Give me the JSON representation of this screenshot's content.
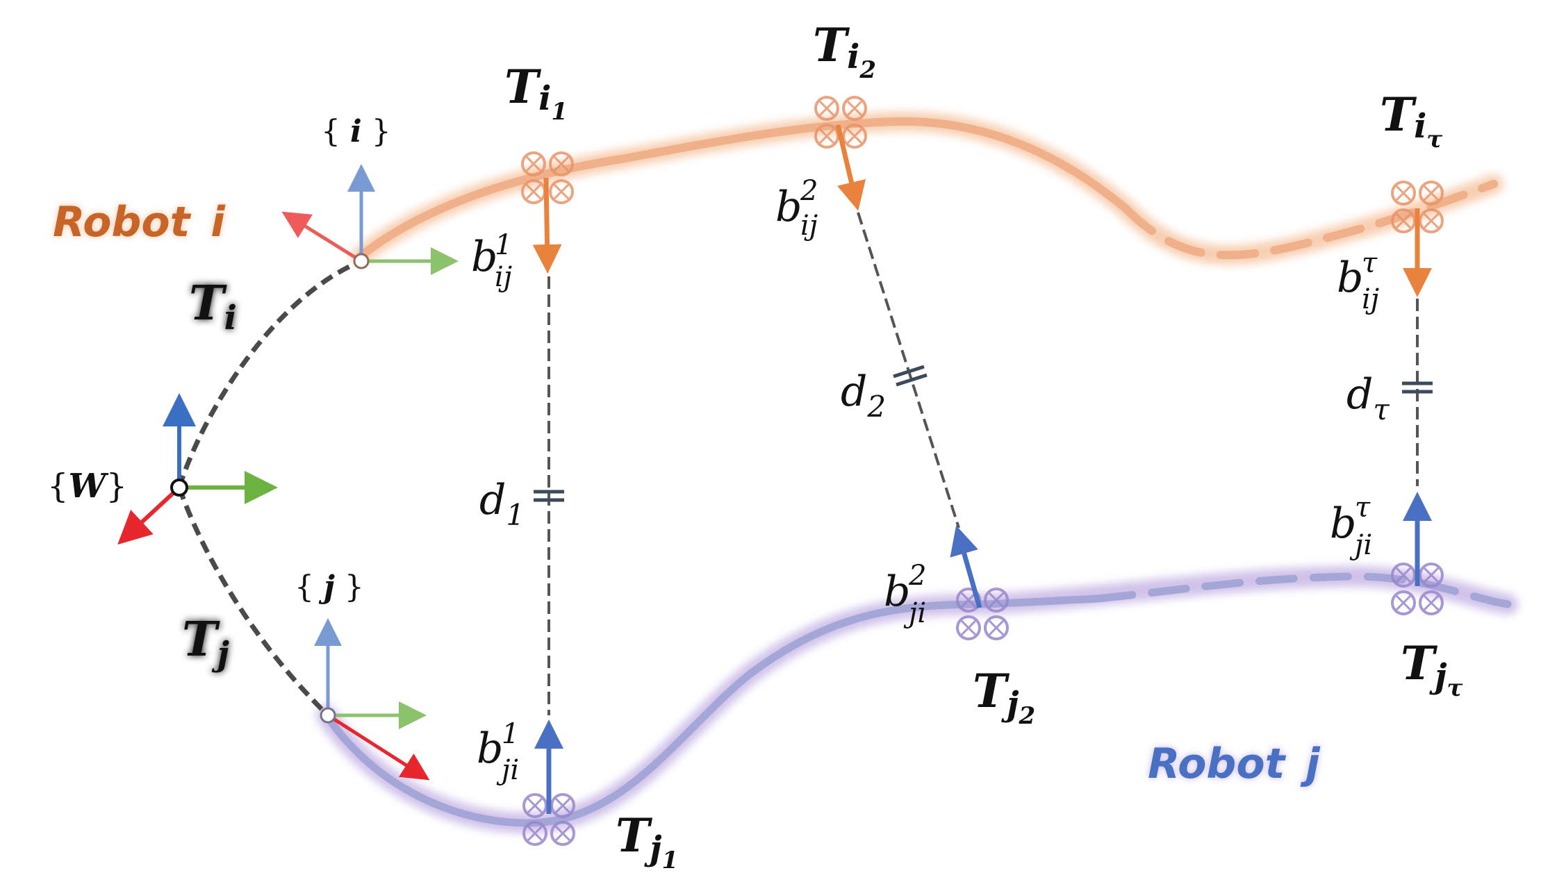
{
  "world_frame": {
    "open": "{",
    "sym": "W",
    "close": "}"
  },
  "frame_i": {
    "open": "{ ",
    "sym": "i",
    "close": " }"
  },
  "frame_j": {
    "open": "{ ",
    "sym": "j",
    "close": " }"
  },
  "robot_i": {
    "label": "Robot",
    "sym": "i"
  },
  "robot_j": {
    "label": "Robot",
    "sym": "j"
  },
  "T_i": {
    "base": "T",
    "sub": "i"
  },
  "T_j": {
    "base": "T",
    "sub": "j"
  },
  "T_i1": {
    "base": "T",
    "sub": "i",
    "subsub": "1"
  },
  "T_i2": {
    "base": "T",
    "sub": "i",
    "subsub": "2"
  },
  "T_itau": {
    "base": "T",
    "sub": "i",
    "subsub": "τ"
  },
  "T_j1": {
    "base": "T",
    "sub": "j",
    "subsub": "1"
  },
  "T_j2": {
    "base": "T",
    "sub": "j",
    "subsub": "2"
  },
  "T_jtau": {
    "base": "T",
    "sub": "j",
    "subsub": "τ"
  },
  "b_ij_1": {
    "base": "b",
    "sup": "1",
    "sub": "ij"
  },
  "b_ij_2": {
    "base": "b",
    "sup": "2",
    "sub": "ij"
  },
  "b_ij_tau": {
    "base": "b",
    "sup": "τ",
    "sub": "ij"
  },
  "b_ji_1": {
    "base": "b",
    "sup": "1",
    "sub": "ji"
  },
  "b_ji_2": {
    "base": "b",
    "sup": "2",
    "sub": "ji"
  },
  "b_ji_tau": {
    "base": "b",
    "sup": "τ",
    "sub": "ji"
  },
  "d_1": {
    "base": "d",
    "sub": "1"
  },
  "d_2": {
    "base": "d",
    "sub": "2"
  },
  "d_tau": {
    "base": "d",
    "sub": "τ"
  },
  "colors": {
    "robot_i": "#E07B39",
    "robot_j": "#3F62B8",
    "traj_i_glow": "#F6C7A6",
    "traj_j_glow": "#C9B8E6",
    "axis_red": "#E8262E",
    "axis_green": "#6DB33F",
    "axis_blue": "#3A6FC4",
    "dashed_gray": "#555555"
  },
  "icons": [
    "quadrotor-icon",
    "distance-marker-icon",
    "coordinate-frame-icon"
  ]
}
